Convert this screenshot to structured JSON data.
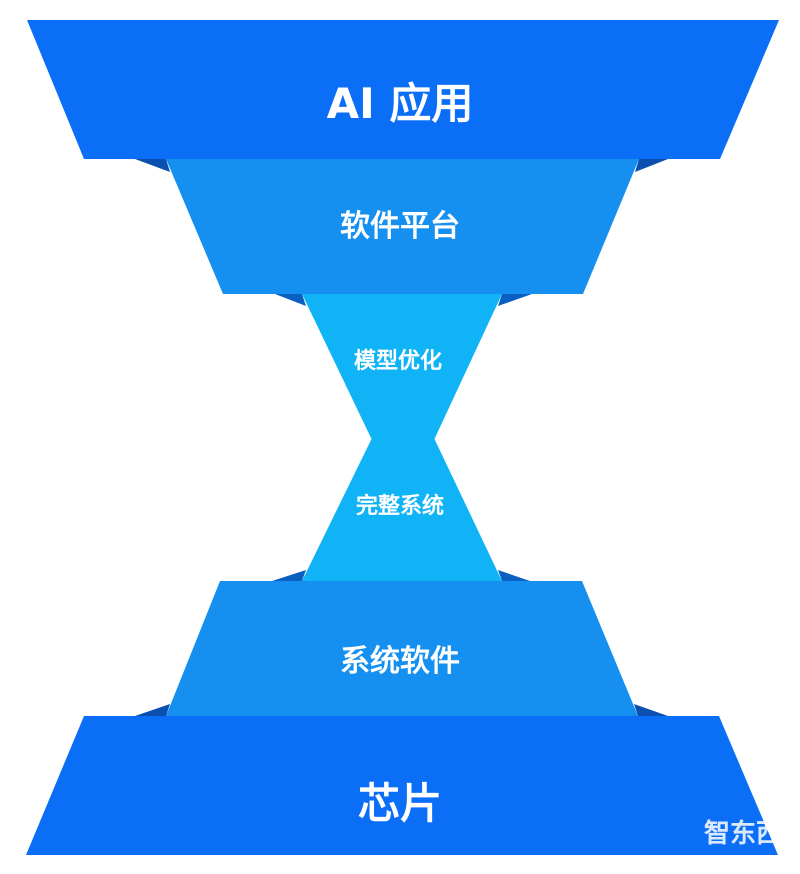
{
  "layers": [
    {
      "label": "AI 应用",
      "color": "#0a6ef7"
    },
    {
      "label": "软件平台",
      "color": "#1690f0"
    },
    {
      "label": "模型优化",
      "color": "#10b4f6"
    },
    {
      "label": "完整系统",
      "color": "#10b4f6"
    },
    {
      "label": "系统软件",
      "color": "#1690f0"
    },
    {
      "label": "芯片",
      "color": "#0a6ef7"
    }
  ],
  "shadow_color": "#0b4fb0",
  "watermark": "智东西"
}
